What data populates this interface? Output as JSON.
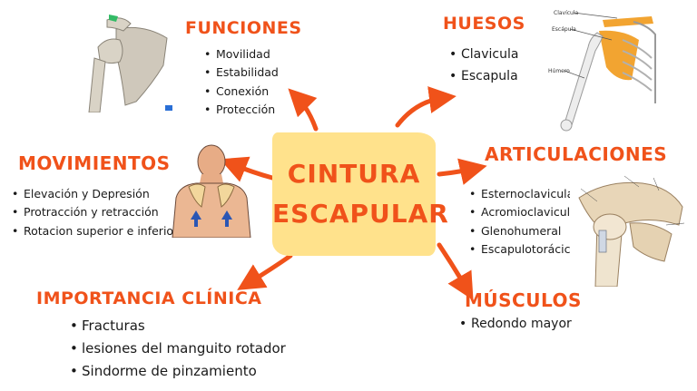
{
  "center": {
    "line1": "CINTURA",
    "line2": "ESCAPULAR"
  },
  "sections": {
    "funciones": {
      "title": "FUNCIONES",
      "items": [
        "Movilidad",
        "Estabilidad",
        "Conexión",
        "Protección"
      ]
    },
    "huesos": {
      "title": "HUESOS",
      "items": [
        "Clavicula",
        "Escapula"
      ]
    },
    "movimientos": {
      "title": "MOVIMIENTOS",
      "items": [
        "Elevación y Depresión",
        "Protracción y retracción",
        "Rotacion superior e inferior"
      ]
    },
    "articulaciones": {
      "title": "ARTICULACIONES",
      "items": [
        "Esternoclavicular",
        "Acromioclavicular",
        "Glenohumeral",
        "Escapulotorácica"
      ]
    },
    "importancia": {
      "title": "IMPORTANCIA CLÍNICA",
      "items": [
        "Fracturas",
        "lesiones del manguito rotador",
        "Sindorme de pinzamiento"
      ]
    },
    "musculos": {
      "title": "MÚSCULOS",
      "items": [
        "Redondo mayor"
      ]
    }
  },
  "images": {
    "skeleton_labels": [
      "Clavícula",
      "Escápula",
      "Húmero"
    ]
  },
  "colors": {
    "accent": "#f0521a",
    "note": "#ffe28c",
    "text": "#1a1a1a"
  }
}
